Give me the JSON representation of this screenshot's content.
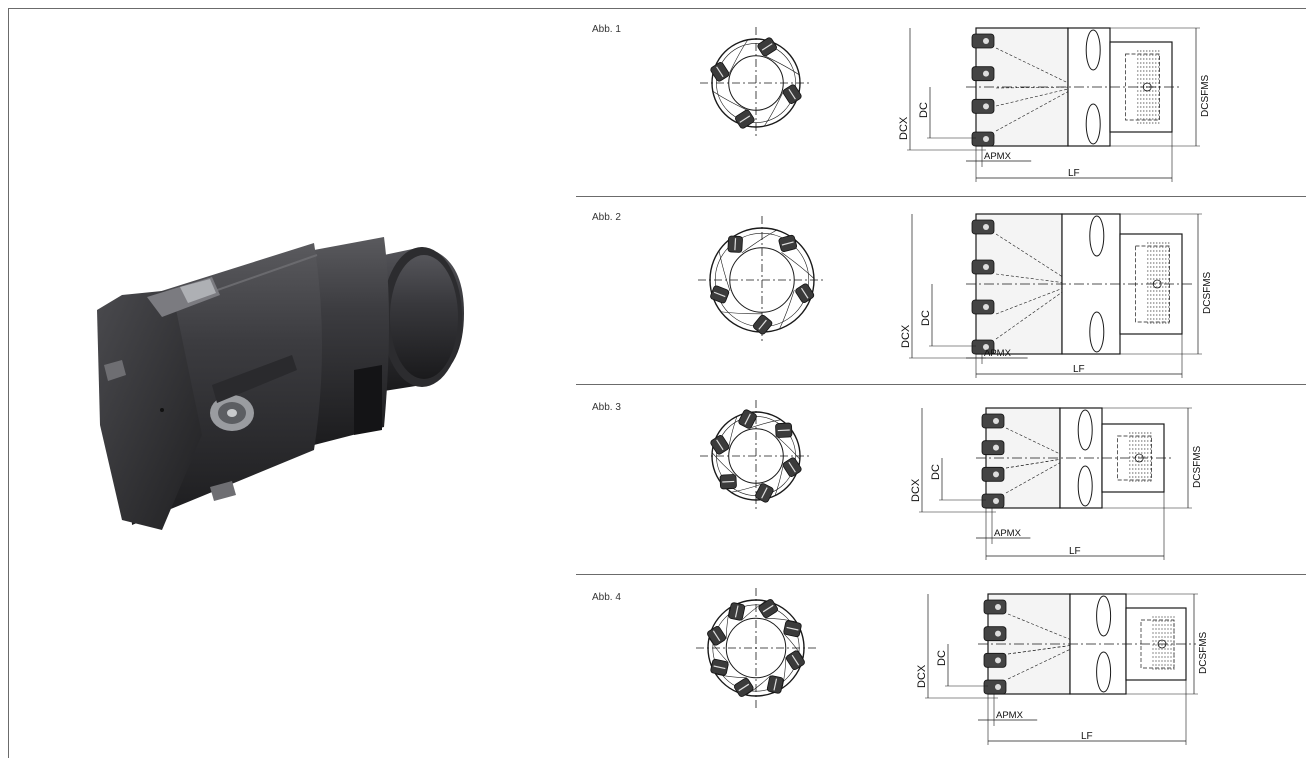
{
  "figures": [
    {
      "label": "Abb. 1",
      "inserts": 4
    },
    {
      "label": "Abb. 2",
      "inserts": 5
    },
    {
      "label": "Abb. 3",
      "inserts": 6
    },
    {
      "label": "Abb. 4",
      "inserts": 8
    }
  ],
  "dimensions": {
    "dcx": "DCX",
    "dc": "DC",
    "apmx": "APMX",
    "lf": "LF",
    "dcsfms": "DCSFMS"
  },
  "colors": {
    "line": "#1a1a1a",
    "frame": "#6b6b6b",
    "tool_body": "#3a3a3c",
    "tool_dark": "#1e1e20"
  }
}
